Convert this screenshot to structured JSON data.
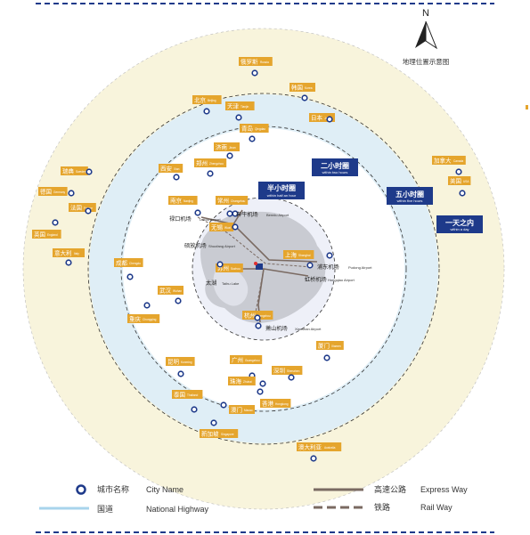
{
  "title": "地理位置示意图",
  "compass": {
    "label": "N",
    "icon": "north-arrow-icon"
  },
  "colors": {
    "outer_ring": "#f8f4dc",
    "mid_ring": "#dfeef6",
    "inner_ring": "#ffffff",
    "core": "#eef0f8",
    "region": "#c9cbd2",
    "city_tag": "#e5a52d",
    "ring_label": "#1e3a8a",
    "dot": "#1e3a8a",
    "highway": "#a8d4ec",
    "expressway": "#7a6a62",
    "border_dash": "#1e3a8a"
  },
  "rings": [
    {
      "zh": "半小时圈",
      "en": "within half an hour"
    },
    {
      "zh": "二小时圈",
      "en": "within two hours"
    },
    {
      "zh": "五小时圈",
      "en": "within five hours"
    },
    {
      "zh": "一天之内",
      "en": "within a day"
    }
  ],
  "cities": [
    {
      "zh": "俄罗斯",
      "en": "Russia"
    },
    {
      "zh": "韩国",
      "en": "Korea"
    },
    {
      "zh": "日本",
      "en": "Japan"
    },
    {
      "zh": "北京",
      "en": "Beijing"
    },
    {
      "zh": "天津",
      "en": "Tianjin"
    },
    {
      "zh": "青岛",
      "en": "Qingdao"
    },
    {
      "zh": "济南",
      "en": "Jinan"
    },
    {
      "zh": "西安",
      "en": "Xian"
    },
    {
      "zh": "郑州",
      "en": "Zhengzhou"
    },
    {
      "zh": "瑞典",
      "en": "Sweden"
    },
    {
      "zh": "德国",
      "en": "Germany"
    },
    {
      "zh": "法国",
      "en": "France"
    },
    {
      "zh": "英国",
      "en": "England"
    },
    {
      "zh": "意大利",
      "en": "Italy"
    },
    {
      "zh": "加拿大",
      "en": "Canada"
    },
    {
      "zh": "美国",
      "en": "USA"
    },
    {
      "zh": "南京",
      "en": "Nanjing"
    },
    {
      "zh": "常州",
      "en": "Changzhou"
    },
    {
      "zh": "无锡",
      "en": "Wuxi"
    },
    {
      "zh": "苏州",
      "en": "Suzhou"
    },
    {
      "zh": "上海",
      "en": "Shanghai"
    },
    {
      "zh": "杭州",
      "en": "Hangzhou"
    },
    {
      "zh": "成都",
      "en": "Chengdu"
    },
    {
      "zh": "武汉",
      "en": "Wuhan"
    },
    {
      "zh": "重庆",
      "en": "Chongqing"
    },
    {
      "zh": "厦门",
      "en": "Xiamen"
    },
    {
      "zh": "昆明",
      "en": "Kunming"
    },
    {
      "zh": "广州",
      "en": "Guangzhou"
    },
    {
      "zh": "深圳",
      "en": "Shenzhen"
    },
    {
      "zh": "珠海",
      "en": "Zhuhai"
    },
    {
      "zh": "泰国",
      "en": "Thailand"
    },
    {
      "zh": "澳门",
      "en": "Macao"
    },
    {
      "zh": "香港",
      "en": "Hongkong"
    },
    {
      "zh": "新加坡",
      "en": "Singapore"
    },
    {
      "zh": "澳大利亚",
      "en": "Australia"
    }
  ],
  "airports": [
    {
      "zh": "禄口机场",
      "en": "Lukou Airport"
    },
    {
      "zh": "奔牛机场",
      "en": "Benniu Airport"
    },
    {
      "zh": "硕放机场",
      "en": "Shuofang Airport"
    },
    {
      "zh": "浦东机场",
      "en": "Pudong Airport"
    },
    {
      "zh": "虹桥机场",
      "en": "Hongqiao Airport"
    },
    {
      "zh": "萧山机场",
      "en": "Xiaoshan Airport"
    }
  ],
  "lake": {
    "zh": "太湖",
    "en": "Taihu Lake"
  },
  "legend": {
    "city": {
      "zh": "城市名称",
      "en": "City Name"
    },
    "highway": {
      "zh": "国道",
      "en": "National Highway"
    },
    "expressway": {
      "zh": "高速公路",
      "en": "Express Way"
    },
    "railway": {
      "zh": "铁路",
      "en": "Rail Way"
    }
  }
}
